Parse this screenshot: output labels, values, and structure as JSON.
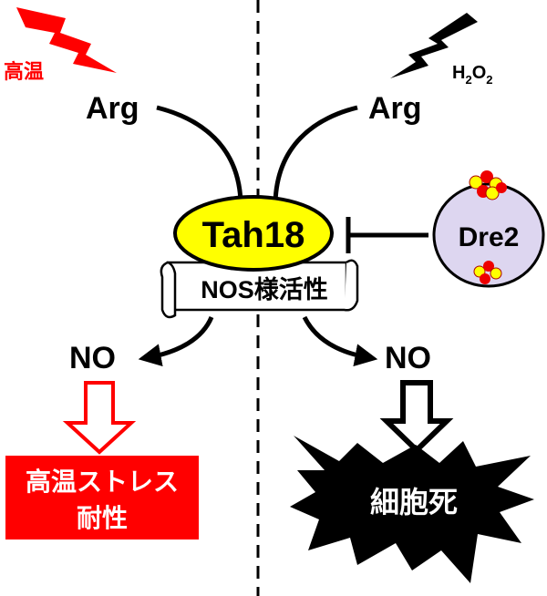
{
  "left": {
    "stress_label": "高温",
    "substrate": "Arg",
    "product": "NO",
    "outcome_line1": "高温ストレス",
    "outcome_line2": "耐性"
  },
  "right": {
    "stress_label_main": "H",
    "stress_sub_1": "2",
    "stress_mid": "O",
    "stress_sub_2": "2",
    "substrate": "Arg",
    "product": "NO",
    "outcome": "細胞死"
  },
  "center": {
    "enzyme": "Tah18",
    "activity": "NOS様活性",
    "inhibitor": "Dre2"
  },
  "colors": {
    "red": "#ff0000",
    "yellow": "#ffff00",
    "dre2_fill": "#ddd6f0",
    "black": "#000000"
  }
}
